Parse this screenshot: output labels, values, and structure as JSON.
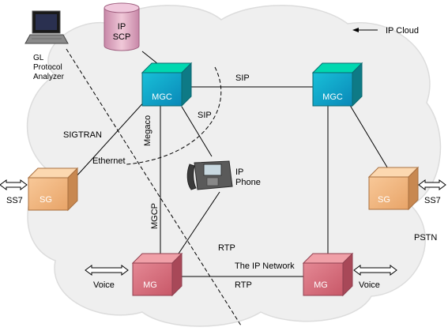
{
  "cloud": {
    "label": "IP Cloud"
  },
  "analyzer": {
    "label_lines": [
      "GL",
      "Protocol",
      "Analyzer"
    ]
  },
  "scp": {
    "label_lines": [
      "IP",
      "SCP"
    ]
  },
  "mgc_left": {
    "label": "MGC"
  },
  "mgc_right": {
    "label": "MGC"
  },
  "sg_left": {
    "label": "SG"
  },
  "sg_right": {
    "label": "SG"
  },
  "mg_left": {
    "label": "MG"
  },
  "mg_right": {
    "label": "MG"
  },
  "phone": {
    "label_lines": [
      "IP",
      "Phone"
    ]
  },
  "links": {
    "sip_top": "SIP",
    "sip_phone": "SIP",
    "megaco": "Megaco",
    "sigtran": "SIGTRAN",
    "ethernet": "Ethernet",
    "mgcp": "MGCP",
    "rtp_phone": "RTP",
    "rtp_bottom": "RTP",
    "ip_network": "The IP Network"
  },
  "external": {
    "ss7_left": "SS7",
    "ss7_right": "SS7",
    "voice_left": "Voice",
    "voice_right": "Voice",
    "pstn": "PSTN"
  },
  "colors": {
    "cloud_fill": "#efefef",
    "cloud_stroke": "#d8d8d8",
    "mgc_front": "#14a8c8",
    "mgc_top": "#00d8b0",
    "mgc_side": "#0e7a86",
    "sg_front": "#f4b880",
    "sg_top": "#fcd8b0",
    "sg_side": "#c88850",
    "mg_front": "#d8707c",
    "mg_top": "#f0a0a8",
    "mg_side": "#a84858",
    "scp": "#e0a8c0"
  }
}
